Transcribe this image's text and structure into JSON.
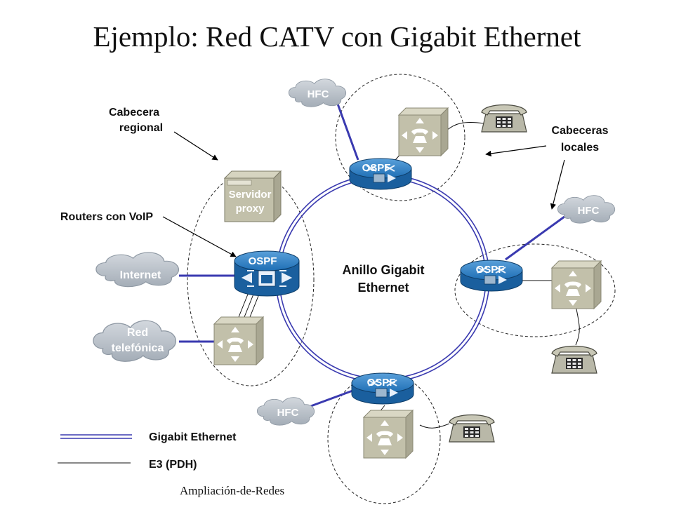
{
  "title": "Ejemplo: Red CATV con Gigabit Ethernet",
  "footer": "Ampliación-de-Redes",
  "annotations": {
    "regional_line1": "Cabecera",
    "regional_line2": "regional",
    "locales_line1": "Cabeceras",
    "locales_line2": "locales",
    "routers_voip": "Routers con VoIP",
    "ring_line1": "Anillo Gigabit",
    "ring_line2": "Ethernet"
  },
  "nodes": {
    "router_label": "OSPF",
    "server_line1": "Servidor",
    "server_line2": "proxy",
    "hfc": "HFC",
    "internet": "Internet",
    "phone_net_line1": "Red",
    "phone_net_line2": "telefónica"
  },
  "legend": {
    "gigabit": "Gigabit Ethernet",
    "e3": "E3 (PDH)"
  },
  "colors": {
    "link": "#3a3ab0",
    "router": "#1f6fb5",
    "cloud": "#b8c0c8",
    "device": "#c2c0aa",
    "phone": "#b9b8a8"
  }
}
